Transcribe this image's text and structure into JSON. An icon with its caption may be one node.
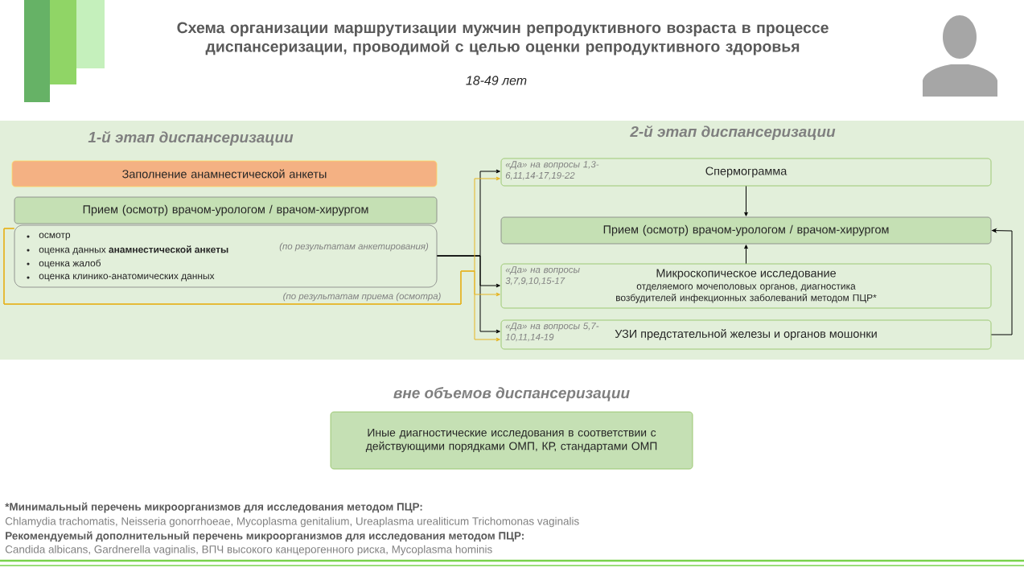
{
  "diagram": {
    "title": "Схема организации маршрутизации мужчин репродуктивного возраста в процессе диспансеризации, проводимой с целью оценки репродуктивного здоровья",
    "nodes": [
      {
        "text": [
          "Заполнение анамнестической анкеты"
        ]
      },
      {
        "text": [
          "Прием (осмотр) врачом-урологом / врачом-хирургом"
        ]
      },
      {
        "text": [
          "осмотр",
          "оценка данных **анамнестической анкеты**",
          "оценка жалоб",
          "оценка клинико-анатомических данных"
        ]
      },
      {
        "text": [
          "«Да» на вопросы 1,3-6,11,14-17,19-22",
          "Спермограмма"
        ]
      },
      {
        "text": [
          "Прием (осмотр) врачом-урологом / врачом-хирургом"
        ]
      },
      {
        "text": [
          "«Да» на вопросы 3,7,9,10,15-17",
          "Микроскопическое исследование",
          "отделяемого мочеполовых органов, диагностика возбудителей инфекционных заболеваний методом ПЦР*"
        ]
      },
      {
        "text": [
          "«Да» на вопросы 5,7-10,11,14-19",
          "УЗИ предстательной железы и органов мошонки"
        ]
      },
      {
        "text": [
          "Иные диагностические исследования в соответствии с действующими порядками ОМП, КР, стандартами ОМП"
        ]
      }
    ],
    "edges": [
      {
        "from": 2,
        "to": 3,
        "arrow": "to",
        "label": "(по результатам анкетирования)"
      },
      {
        "from": 2,
        "to": 5,
        "arrow": "to"
      },
      {
        "from": 2,
        "to": 6,
        "arrow": "to"
      },
      {
        "from": 2,
        "to": 3,
        "arrow": "to",
        "color": "#e6b422",
        "label": "(по результатам приема (осмотра)"
      },
      {
        "from": 2,
        "to": 5,
        "arrow": "to",
        "color": "#e6b422"
      },
      {
        "from": 2,
        "to": 6,
        "arrow": "to",
        "color": "#e6b422"
      },
      {
        "from": 3,
        "to": 4,
        "arrow": "to"
      },
      {
        "from": 5,
        "to": 4,
        "arrow": "to"
      },
      {
        "from": 6,
        "to": 4,
        "arrow": "to"
      }
    ],
    "labels": [
      "18-49 лет",
      "1-й этап диспансеризации",
      "2-й этап диспансеризации",
      "вне объемов диспансеризации",
      "*Минимальный перечень микроорганизмов для исследования методом ПЦР:",
      "Chlamydia trachomatis, Neisseria gonorrhoeae, Mycoplasma genitalium, Ureaplasma urealiticum Trichomonas vaginalis",
      "Рекомендуемый дополнительный перечень микроорганизмов для исследования методом ПЦР:",
      "Candida albicans, Gardnerella vaginalis, ВПЧ высокого канцерогенного риска, Mycoplasma hominis"
    ]
  }
}
